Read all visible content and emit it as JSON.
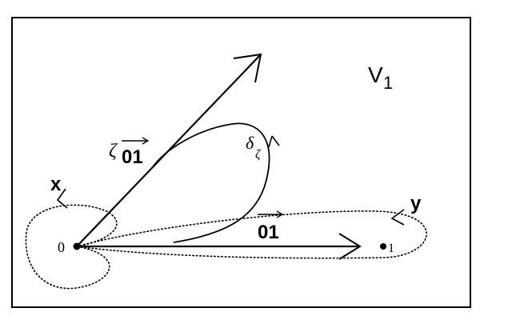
{
  "labels": {
    "region": "V",
    "region_subscript": "1",
    "point_zero": "0",
    "point_one": "1",
    "loop_x": "x",
    "loop_y": "y",
    "zeta": "ζ",
    "vector_01": "01",
    "vector_zeta_01": "01",
    "delta": "δ",
    "delta_subscript": "ζ"
  },
  "colors": {
    "ink": "#000000",
    "background": "#ffffff"
  }
}
